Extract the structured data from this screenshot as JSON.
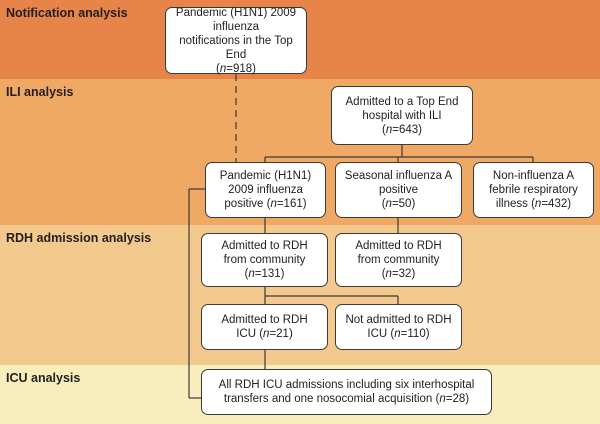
{
  "colors": {
    "band_notification": "#e6844a",
    "band_ili": "#f0a964",
    "band_rdh": "#f3c98d",
    "band_icu": "#f9edbd",
    "box_border": "#3a3a3a",
    "line": "#3a3a3a"
  },
  "bands": {
    "notification": "Notification analysis",
    "ili": "ILI analysis",
    "rdh": "RDH admission analysis",
    "icu": "ICU analysis"
  },
  "boxes": {
    "notifications": {
      "line1": "Pandemic (H1N1) 2009 influenza",
      "line2": "notifications in the Top End",
      "n_label": "n",
      "n_value": "=918"
    },
    "admitted_ili": {
      "line1": "Admitted to a Top End",
      "line2": "hospital with ILI",
      "n_label": "n",
      "n_value": "=643"
    },
    "pandemic_positive": {
      "line1": "Pandemic (H1N1)",
      "line2": "2009 influenza",
      "line3": "positive",
      "n_label": "n",
      "n_value": "=161"
    },
    "seasonal_positive": {
      "line1": "Seasonal influenza A",
      "line2": "positive",
      "n_label": "n",
      "n_value": "=50"
    },
    "non_influenza": {
      "line1": "Non-influenza A",
      "line2": "febrile respiratory",
      "line3": "illness",
      "n_label": "n",
      "n_value": "=432"
    },
    "rdh_pandemic": {
      "line1": "Admitted to RDH",
      "line2": "from community",
      "n_label": "n",
      "n_value": "=131"
    },
    "rdh_seasonal": {
      "line1": "Admitted to RDH",
      "line2": "from community",
      "n_label": "n",
      "n_value": "=32"
    },
    "rdh_icu": {
      "line1": "Admitted to RDH",
      "line2": "ICU",
      "n_label": "n",
      "n_value": "=21"
    },
    "not_rdh_icu": {
      "line1": "Not admitted to RDH",
      "line2": "ICU",
      "n_label": "n",
      "n_value": "=110"
    },
    "all_icu": {
      "line1": "All RDH ICU admissions including six interhospital",
      "line2": "transfers and one nosocomial acquisition",
      "n_label": "n",
      "n_value": "=28"
    }
  }
}
